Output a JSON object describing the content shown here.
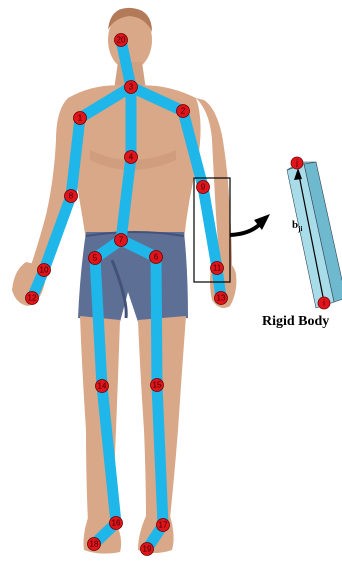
{
  "colors": {
    "skin": "#d9a888",
    "skin_shadow": "#b37a5a",
    "shorts": "#5d6f95",
    "shorts_shadow": "#44527a",
    "bone": "#1fb6ea",
    "joint": "#e0141b",
    "rigid_face": "#a9dce9",
    "rigid_side": "#6fb9cf"
  },
  "joints": [
    {
      "id": "1",
      "label": "1"
    },
    {
      "id": "2",
      "label": "2"
    },
    {
      "id": "3",
      "label": "3"
    },
    {
      "id": "4",
      "label": "4"
    },
    {
      "id": "5",
      "label": "5"
    },
    {
      "id": "6",
      "label": "6"
    },
    {
      "id": "7",
      "label": "7"
    },
    {
      "id": "8",
      "label": "8"
    },
    {
      "id": "9",
      "label": "9"
    },
    {
      "id": "10",
      "label": "10"
    },
    {
      "id": "11",
      "label": "11"
    },
    {
      "id": "12",
      "label": "12"
    },
    {
      "id": "13",
      "label": "13"
    },
    {
      "id": "14",
      "label": "14"
    },
    {
      "id": "15",
      "label": "15"
    },
    {
      "id": "16",
      "label": "16"
    },
    {
      "id": "17",
      "label": "17"
    },
    {
      "id": "18",
      "label": "18"
    },
    {
      "id": "19",
      "label": "19"
    },
    {
      "id": "20",
      "label": "20"
    }
  ],
  "bones": [
    [
      "20",
      "3"
    ],
    [
      "3",
      "1"
    ],
    [
      "3",
      "2"
    ],
    [
      "3",
      "4"
    ],
    [
      "4",
      "7"
    ],
    [
      "7",
      "5"
    ],
    [
      "7",
      "6"
    ],
    [
      "1",
      "8"
    ],
    [
      "8",
      "10"
    ],
    [
      "10",
      "12"
    ],
    [
      "2",
      "9"
    ],
    [
      "9",
      "11"
    ],
    [
      "11",
      "13"
    ],
    [
      "5",
      "14"
    ],
    [
      "14",
      "16"
    ],
    [
      "16",
      "18"
    ],
    [
      "6",
      "15"
    ],
    [
      "15",
      "17"
    ],
    [
      "17",
      "19"
    ]
  ],
  "rigid_body": {
    "top_label": "j",
    "bottom_label": "i",
    "segment_label": "b",
    "segment_subscript": "ji",
    "caption": "Rigid Body"
  }
}
